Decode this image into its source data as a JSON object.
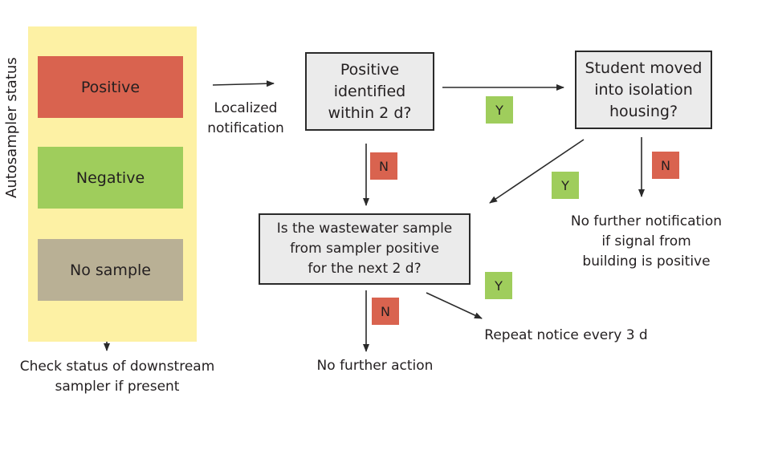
{
  "panel": {
    "title": "Autosampler status",
    "color": "#fdf1a4",
    "statuses": [
      {
        "label": "Positive",
        "color": "#d9634f"
      },
      {
        "label": "Negative",
        "color": "#9fcd5c"
      },
      {
        "label": "No sample",
        "color": "#b9b095"
      }
    ]
  },
  "labels": {
    "localized": [
      "Localized",
      "notification"
    ],
    "downstream": [
      "Check status of downstream",
      "sampler if present"
    ],
    "no_further_notification": [
      "No further notification",
      "if signal from",
      "building is positive"
    ],
    "repeat": "Repeat notice every 3 d",
    "no_action": "No further action"
  },
  "boxes": {
    "q1": [
      "Positive",
      "identified",
      "within 2 d?"
    ],
    "q2": [
      "Student moved",
      "into isolation",
      "housing?"
    ],
    "q3": [
      "Is the wastewater sample",
      "from sampler positive",
      "for the next 2 d?"
    ]
  },
  "tags": {
    "yes": "Y",
    "no": "N"
  },
  "colors": {
    "yes": "#9fcd5c",
    "no": "#d9634f",
    "box_fill": "#ebebeb",
    "line": "#2a2a2a"
  }
}
